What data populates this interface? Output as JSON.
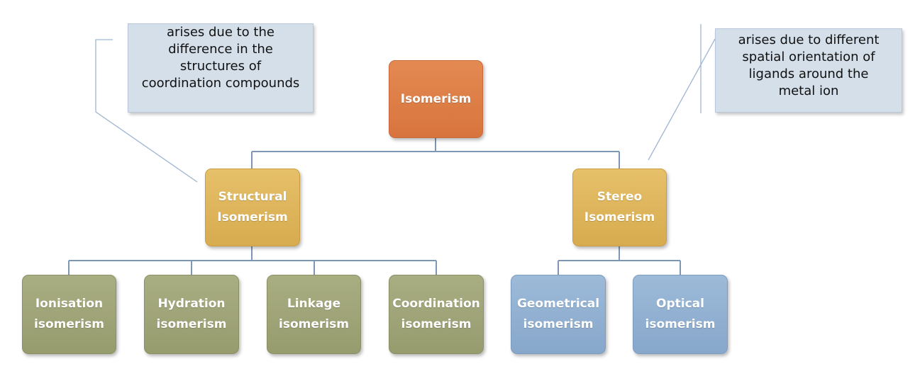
{
  "diagram": {
    "root": {
      "label": "Isomerism",
      "color": "#dc7c44"
    },
    "branches": [
      {
        "id": "structural",
        "label": "Structural\nIsomerism",
        "color": "#dbb15a",
        "note": "arises due to the\ndifference in the\nstructures of\ncoordination compounds",
        "children": [
          {
            "label": "Ionisation\nisomerism"
          },
          {
            "label": "Hydration\nisomerism"
          },
          {
            "label": "Linkage\nisomerism"
          },
          {
            "label": "Coordination\nisomerism"
          }
        ]
      },
      {
        "id": "stereo",
        "label": "Stereo\nIsomerism",
        "color": "#dbb15a",
        "note": "arises due to different\nspatial orientation of\nligands around the\nmetal ion",
        "children": [
          {
            "label": "Geometrical\nisomerism"
          },
          {
            "label": "Optical\nisomerism"
          }
        ]
      }
    ],
    "colors": {
      "connector": "#7f97b6",
      "structural_leaf": "#9fa477",
      "stereo_leaf": "#92b0d1",
      "callout_fill": "#d5dfea"
    }
  }
}
